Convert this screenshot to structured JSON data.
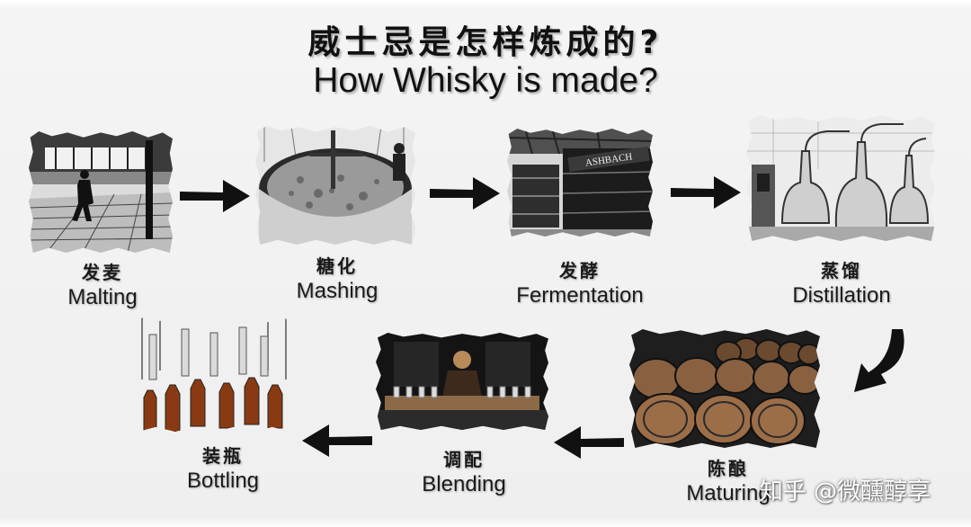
{
  "title": {
    "cn": "威士忌是怎样炼成的?",
    "en": "How Whisky is made?"
  },
  "steps": [
    {
      "cn": "发麦",
      "en": "Malting"
    },
    {
      "cn": "糖化",
      "en": "Mashing"
    },
    {
      "cn": "发酵",
      "en": "Fermentation"
    },
    {
      "cn": "蒸馏",
      "en": "Distillation"
    },
    {
      "cn": "陈酿",
      "en": "Maturing"
    },
    {
      "cn": "调配",
      "en": "Blending"
    },
    {
      "cn": "装瓶",
      "en": "Bottling"
    }
  ],
  "fermentation_sign": "ASHBACH",
  "watermark": "知乎 @微醺醇享",
  "colors": {
    "background": "#efefef",
    "text": "#111111",
    "arrow": "#111111",
    "whisky_amber": "#9a4a1c"
  },
  "icons": [
    "arrow-right-icon",
    "arrow-left-icon",
    "curved-arrow-down-icon"
  ]
}
